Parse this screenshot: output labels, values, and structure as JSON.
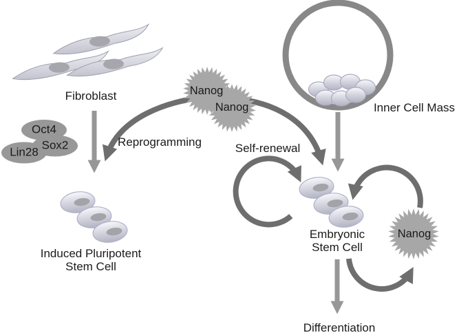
{
  "colors": {
    "background": "#ffffff",
    "straight_arrow": "#979797",
    "curved_arrow": "#6e6e6e",
    "blastocyst_ring": "#888888",
    "nanog_burst": "#a7a7a7",
    "gene_ellipse": "#989898",
    "label_text": "#1a1a1a"
  },
  "nodes": {
    "fibroblast": {
      "label": "Fibroblast"
    },
    "genes": {
      "oct4": "Oct4",
      "sox2": "Sox2",
      "lin28": "Lin28"
    },
    "ipsc": {
      "line1": "Induced Pluripotent",
      "line2": "Stem Cell"
    },
    "inner_cell_mass": {
      "label": "Inner Cell Mass"
    },
    "esc": {
      "line1": "Embryonic",
      "line2": "Stem Cell"
    },
    "nanog": {
      "label": "Nanog"
    }
  },
  "processes": {
    "reprogramming": "Reprogramming",
    "self_renewal": "Self-renewal",
    "differentiation": "Differentiation"
  }
}
